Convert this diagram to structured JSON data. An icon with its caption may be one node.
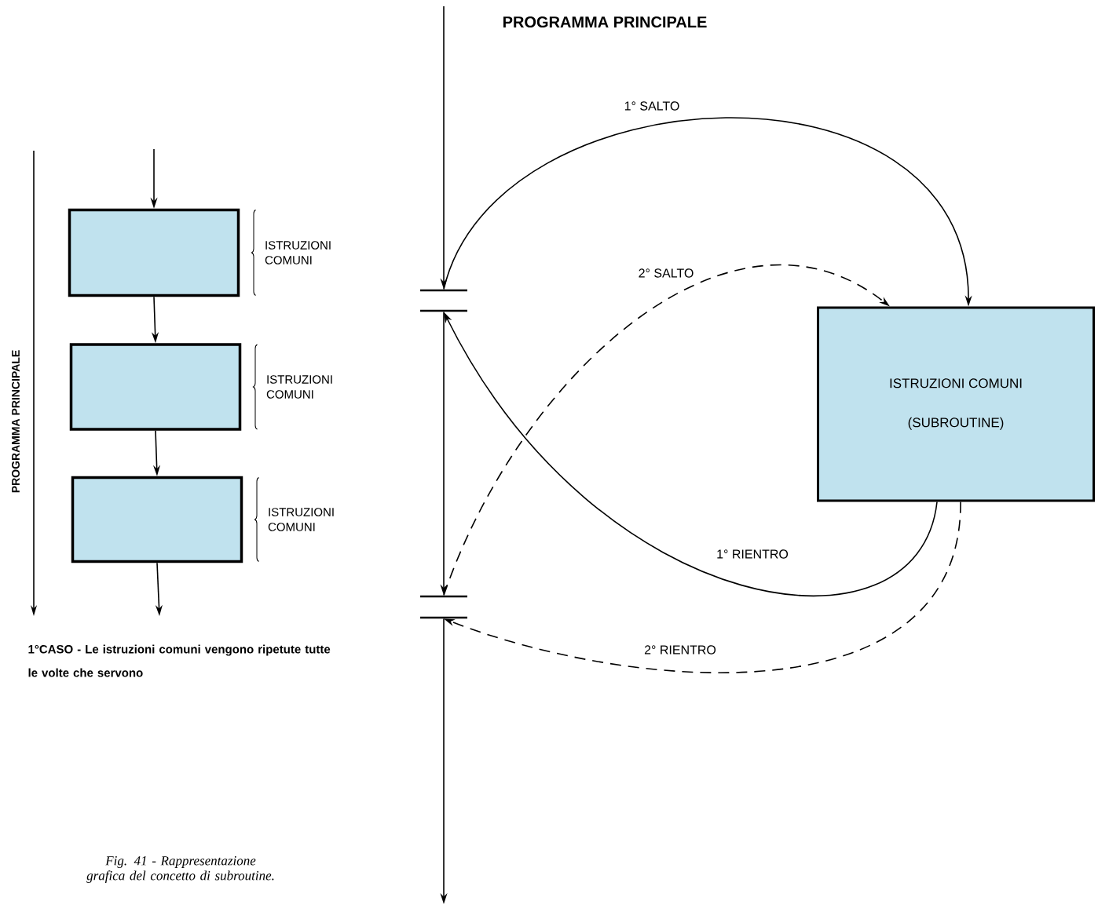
{
  "diagram": {
    "caption": "Fig. 41 - Rappresentazione grafica del concetto di subroutine.",
    "nodes": [
      {
        "text": [],
        "shape": "box",
        "beside": [
          "ISTRUZIONI COMUNI"
        ]
      },
      {
        "text": [],
        "shape": "box",
        "beside": [
          "ISTRUZIONI COMUNI"
        ]
      },
      {
        "text": [],
        "shape": "box",
        "beside": [
          "ISTRUZIONI COMUNI"
        ]
      },
      {
        "text": [
          "ISTRUZIONI COMUNI",
          "(SUBROUTINE)"
        ]
      },
      {
        "text": [],
        "shape": "bar"
      },
      {
        "text": [],
        "shape": "bar"
      },
      {
        "text": [],
        "shape": "bar"
      },
      {
        "text": [],
        "shape": "bar"
      }
    ],
    "edges": [
      {
        "from": null,
        "to": 0,
        "arrow": "to"
      },
      {
        "from": 0,
        "to": 1,
        "arrow": "to"
      },
      {
        "from": 1,
        "to": 2,
        "arrow": "to"
      },
      {
        "from": 2,
        "to": null,
        "arrow": "to"
      },
      {
        "from": null,
        "to": 4,
        "arrow": "to"
      },
      {
        "from": 5,
        "to": 6,
        "arrow": "to"
      },
      {
        "from": 7,
        "to": null,
        "arrow": "to"
      },
      {
        "from": 4,
        "to": 3,
        "arrow": "to",
        "label": "1° SALTO"
      },
      {
        "from": 6,
        "to": 3,
        "arrow": "to",
        "label": "2° SALTO",
        "style": "dashed"
      },
      {
        "from": 3,
        "to": 5,
        "arrow": "to",
        "label": "1° RIENTRO"
      },
      {
        "from": 3,
        "to": 7,
        "arrow": "to",
        "label": "2° RIENTRO",
        "style": "dashed"
      }
    ],
    "labels": [
      "PROGRAMMA PRINCIPALE",
      "PROGRAMMA PRINCIPALE",
      "1°CASO - Le istruzioni comuni vengono ripetute tutte le volte che servono"
    ]
  }
}
